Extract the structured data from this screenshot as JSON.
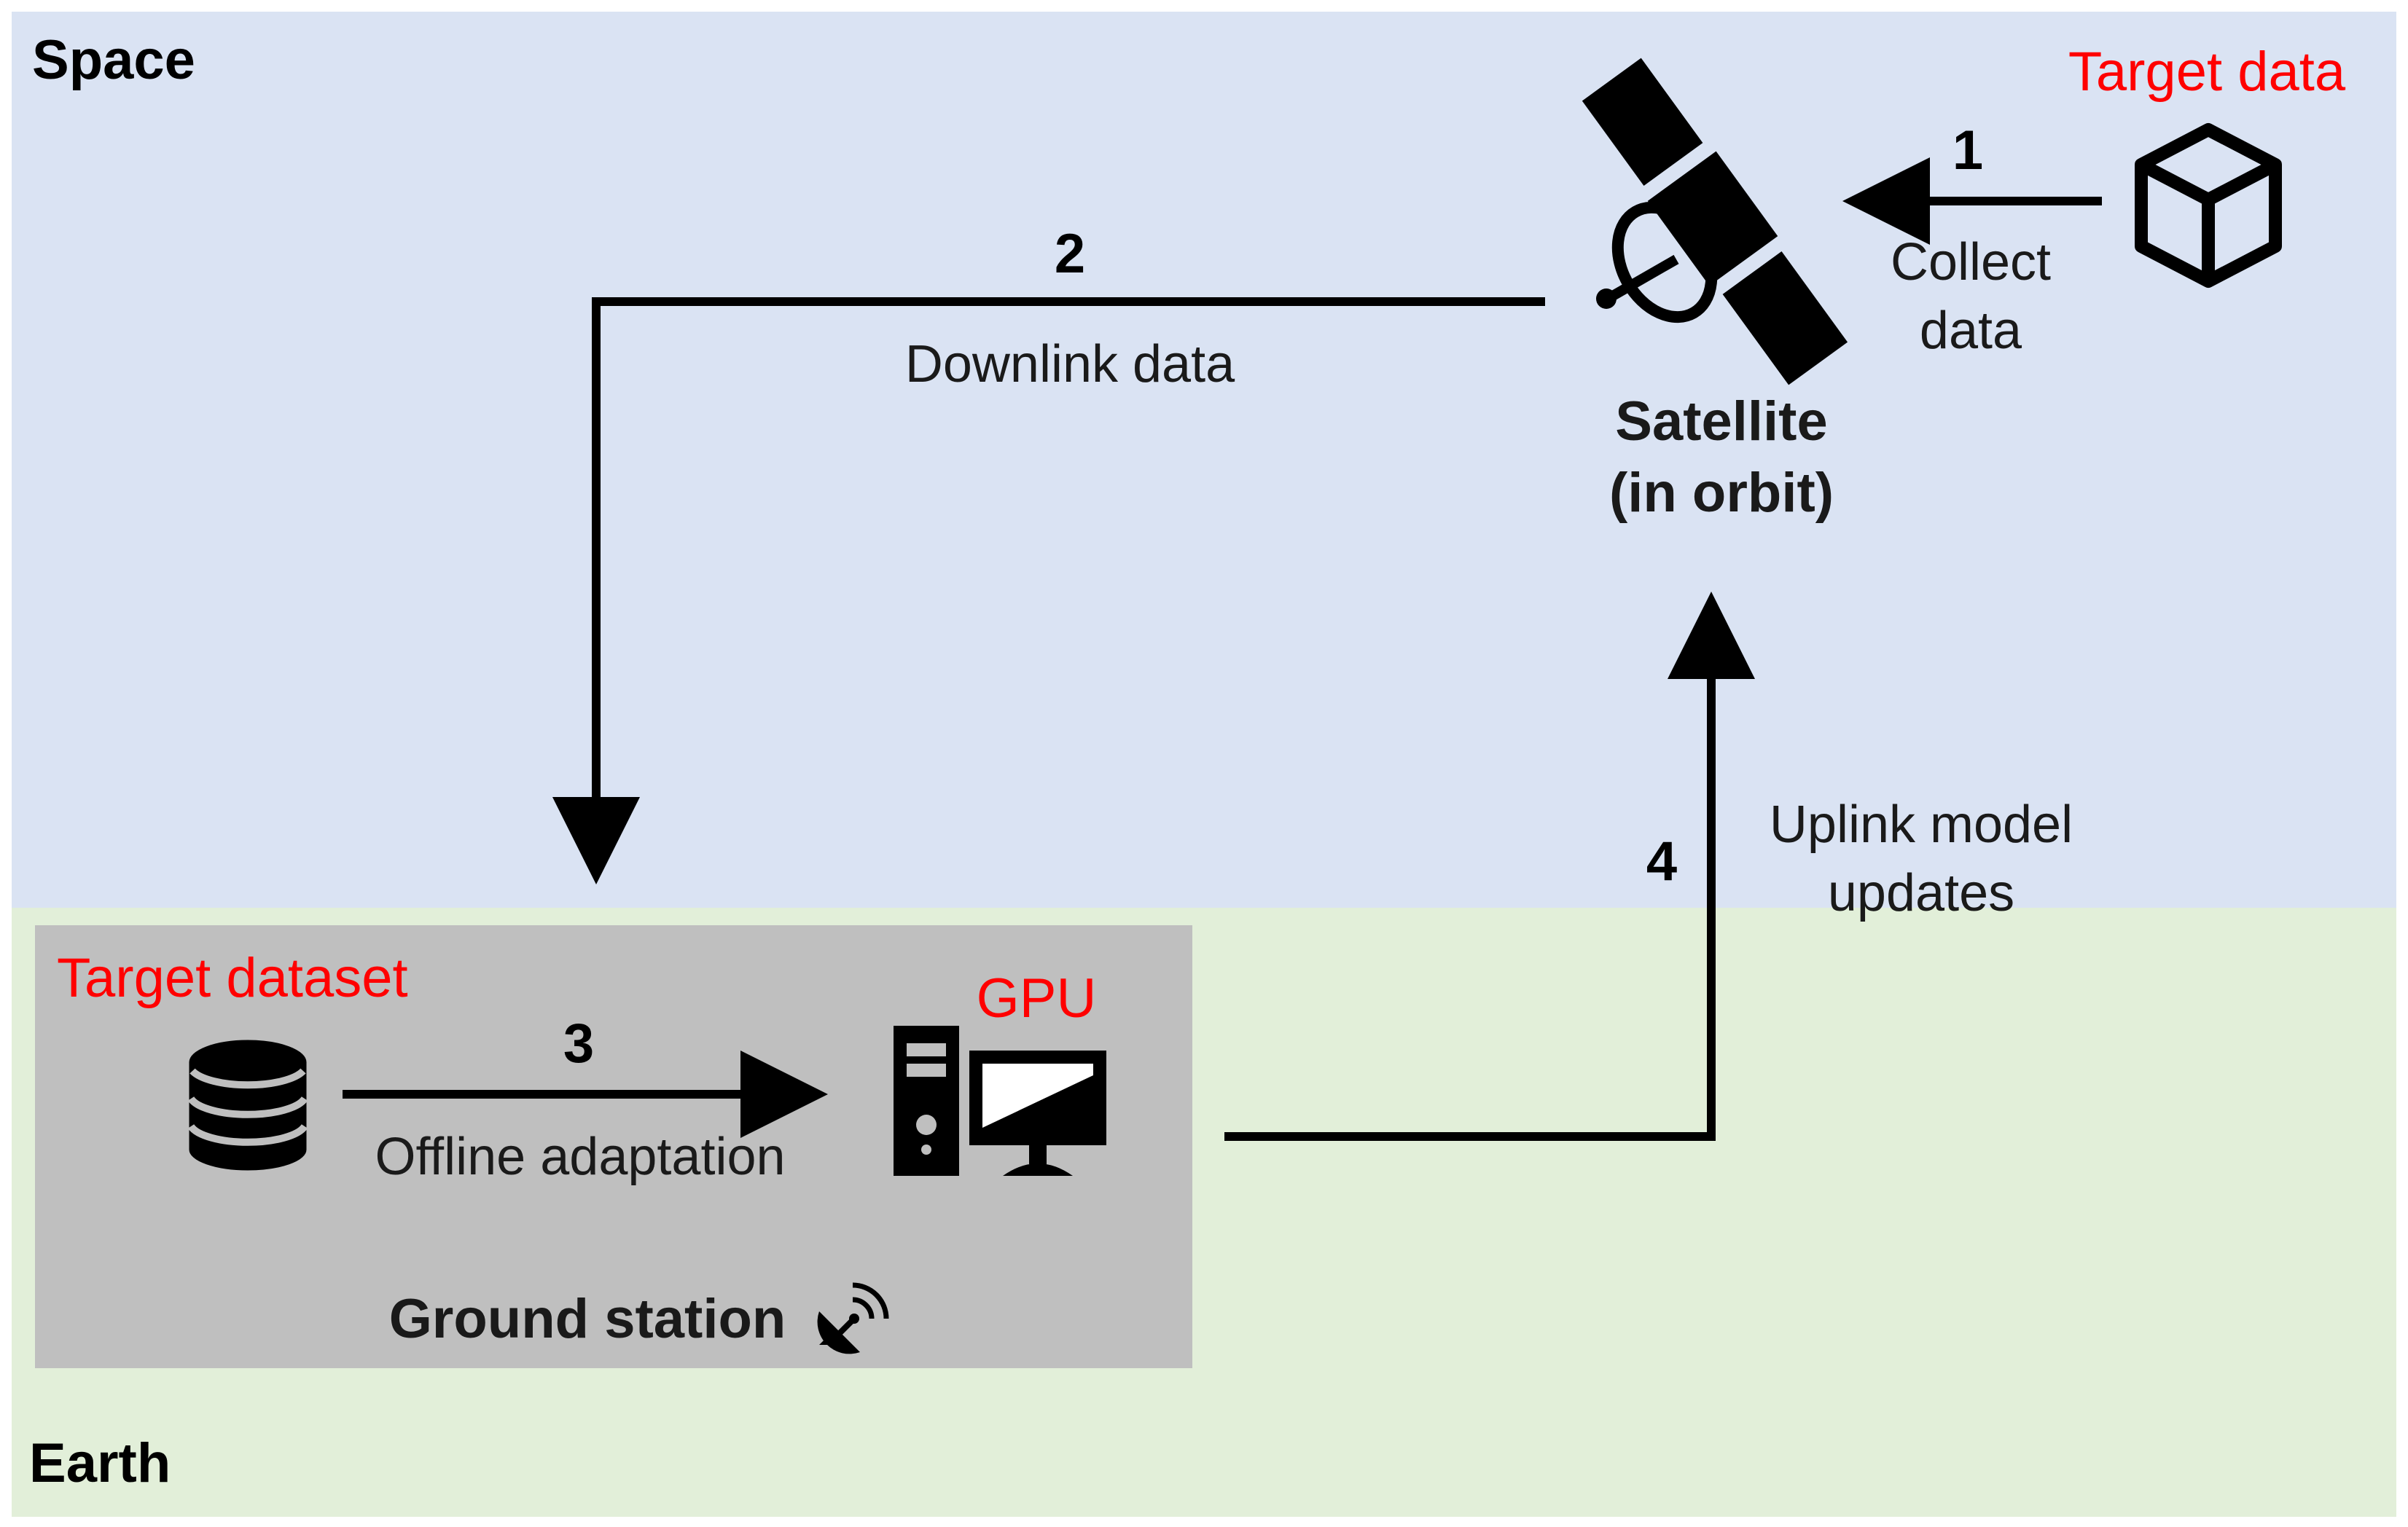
{
  "zones": {
    "space": "Space",
    "earth": "Earth"
  },
  "steps": {
    "collect": {
      "number": "1",
      "label_line1": "Collect",
      "label_line2": "data"
    },
    "downlink": {
      "number": "2",
      "label": "Downlink data"
    },
    "adapt": {
      "number": "3",
      "label": "Offline adaptation"
    },
    "uplink": {
      "number": "4",
      "label_line1": "Uplink model",
      "label_line2": "updates"
    }
  },
  "nodes": {
    "satellite_line1": "Satellite",
    "satellite_line2": "(in orbit)",
    "target_data": "Target data",
    "target_dataset": "Target dataset",
    "gpu": "GPU",
    "ground_station": "Ground station"
  },
  "icons": [
    "satellite-icon",
    "cube-icon",
    "database-icon",
    "computer-icon",
    "satellite-dish-icon"
  ],
  "colors": {
    "space_bg": "#dae3f3",
    "earth_bg": "#e2efd9",
    "ground_station_bg": "#bfbfbf",
    "highlight_text": "#ff0000",
    "arrow": "#000000"
  }
}
